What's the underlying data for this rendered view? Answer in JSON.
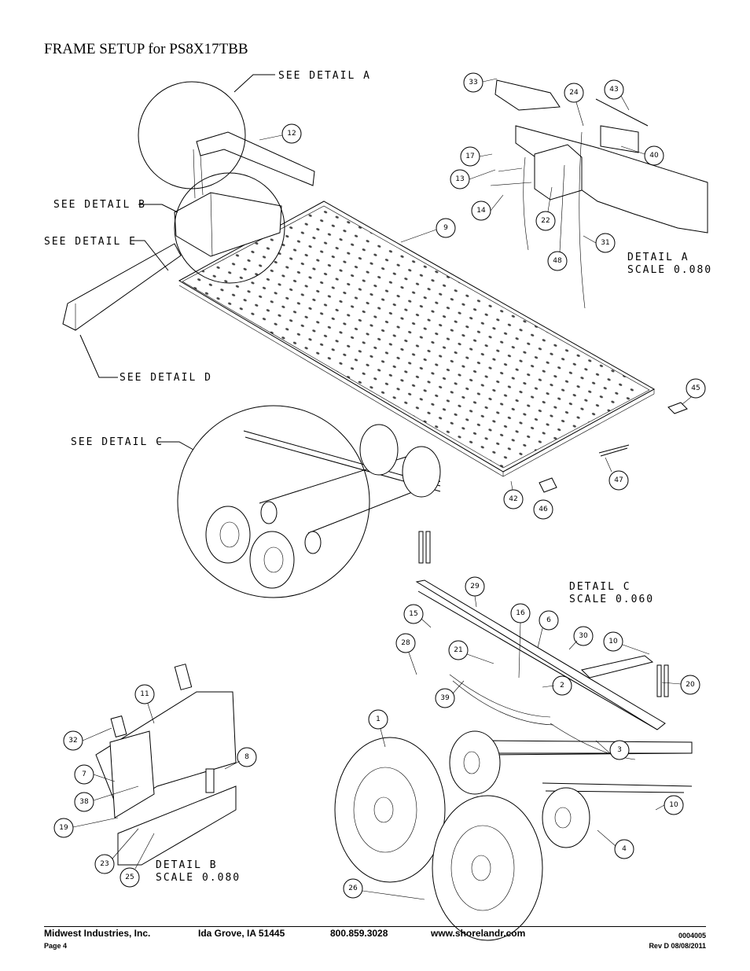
{
  "title": "FRAME SETUP for PS8X17TBB",
  "labels": {
    "detail_a_ref": "SEE DETAIL  A",
    "detail_b_ref": "SEE DETAIL  B",
    "detail_e_ref": "SEE DETAIL  E",
    "detail_d_ref": "SEE DETAIL  D",
    "detail_c_ref": "SEE DETAIL  C",
    "detail_a_title": "DETAIL  A",
    "detail_a_scale": "SCALE  0.080",
    "detail_b_title": "DETAIL  B",
    "detail_b_scale": "SCALE  0.080",
    "detail_c_title": "DETAIL  C",
    "detail_c_scale": "SCALE  0.060"
  },
  "balloons": [
    "33",
    "24",
    "43",
    "17",
    "13",
    "40",
    "14",
    "22",
    "48",
    "31",
    "12",
    "9",
    "45",
    "47",
    "42",
    "46",
    "29",
    "15",
    "6",
    "16",
    "28",
    "21",
    "30",
    "10",
    "20",
    "2",
    "39",
    "11",
    "32",
    "1",
    "8",
    "3",
    "7",
    "38",
    "10",
    "19",
    "4",
    "23",
    "25",
    "26"
  ],
  "footer": {
    "company": "Midwest Industries, Inc.",
    "city": "Ida Grove, IA  51445",
    "phone": "800.859.3028",
    "website": "www.shorelandr.com",
    "page": "Page 4",
    "doc_number": "0004005",
    "revision": "Rev D  08/08/2011"
  }
}
